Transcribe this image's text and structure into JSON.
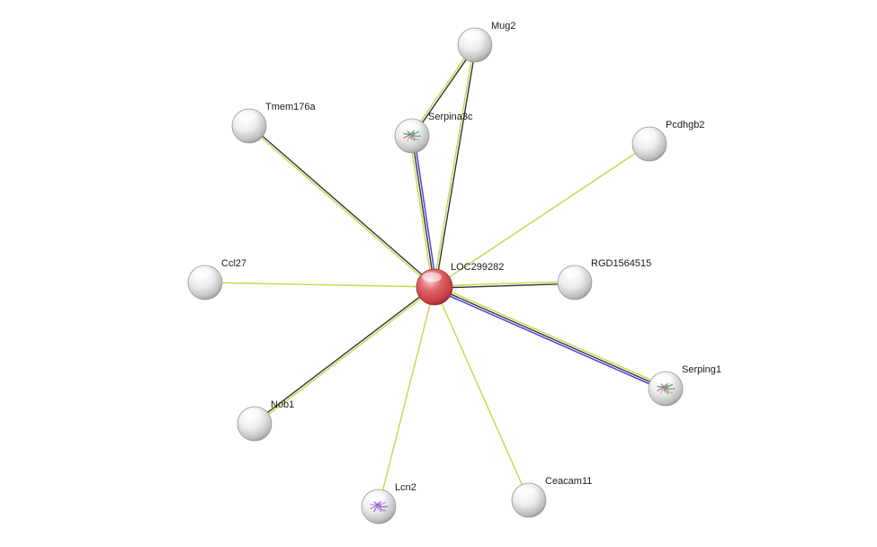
{
  "network": {
    "center": {
      "id": "LOC299282",
      "label": "LOC299282",
      "color": "#e0484d",
      "icon": "plain-red-node"
    },
    "nodes": [
      {
        "id": "Mug2",
        "label": "Mug2",
        "icon": "plain-node"
      },
      {
        "id": "Serpina3c",
        "label": "Serpina3c",
        "icon": "protein-structure-icon"
      },
      {
        "id": "Tmem176a",
        "label": "Tmem176a",
        "icon": "plain-node"
      },
      {
        "id": "Pcdhgb2",
        "label": "Pcdhgb2",
        "icon": "plain-node"
      },
      {
        "id": "Ccl27",
        "label": "Ccl27",
        "icon": "plain-node"
      },
      {
        "id": "RGD1564515",
        "label": "RGD1564515",
        "icon": "plain-node"
      },
      {
        "id": "Serping1",
        "label": "Serping1",
        "icon": "protein-structure-icon"
      },
      {
        "id": "Nob1",
        "label": "Nob1",
        "icon": "plain-node"
      },
      {
        "id": "Lcn2",
        "label": "Lcn2",
        "icon": "protein-structure-icon"
      },
      {
        "id": "Ceacam11",
        "label": "Ceacam11",
        "icon": "plain-node"
      }
    ],
    "edges": [
      {
        "source": "LOC299282",
        "target": "Mug2",
        "evidence": [
          "text-mining",
          "co-expression"
        ]
      },
      {
        "source": "LOC299282",
        "target": "Serpina3c",
        "evidence": [
          "text-mining",
          "co-expression",
          "homology"
        ]
      },
      {
        "source": "Serpina3c",
        "target": "Mug2",
        "evidence": [
          "text-mining",
          "co-expression"
        ]
      },
      {
        "source": "LOC299282",
        "target": "Tmem176a",
        "evidence": [
          "text-mining",
          "co-expression"
        ]
      },
      {
        "source": "LOC299282",
        "target": "Pcdhgb2",
        "evidence": [
          "text-mining"
        ]
      },
      {
        "source": "LOC299282",
        "target": "Ccl27",
        "evidence": [
          "text-mining"
        ]
      },
      {
        "source": "LOC299282",
        "target": "RGD1564515",
        "evidence": [
          "text-mining",
          "co-expression"
        ]
      },
      {
        "source": "LOC299282",
        "target": "Serping1",
        "evidence": [
          "text-mining",
          "co-expression",
          "homology"
        ]
      },
      {
        "source": "LOC299282",
        "target": "Nob1",
        "evidence": [
          "text-mining",
          "co-expression"
        ]
      },
      {
        "source": "LOC299282",
        "target": "Lcn2",
        "evidence": [
          "text-mining"
        ]
      },
      {
        "source": "LOC299282",
        "target": "Ceacam11",
        "evidence": [
          "text-mining"
        ]
      }
    ],
    "evidence_colors": {
      "text-mining": "#c2d94a",
      "co-expression": "#333333",
      "homology": "#3a3adf"
    }
  }
}
